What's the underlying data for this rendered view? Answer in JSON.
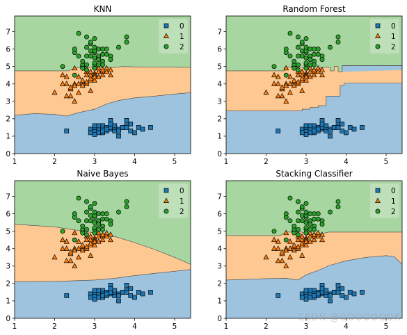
{
  "colors": {
    "class0_region": "#9ec3de",
    "class1_region": "#fdc891",
    "class2_region": "#a8d6a0",
    "class0_marker": "#1f77b4",
    "class1_marker": "#ff7f0e",
    "class2_marker": "#2ca02c"
  },
  "watermark": "CSDN @OOOOOOOK",
  "chart_data": [
    {
      "type": "scatter",
      "title": "KNN",
      "xlim": [
        1,
        5.4
      ],
      "ylim": [
        0,
        7.9
      ],
      "xticks": [
        1,
        2,
        3,
        4,
        5
      ],
      "yticks": [
        0,
        1,
        2,
        3,
        4,
        5,
        6,
        7
      ],
      "legend": [
        "0",
        "1",
        "2"
      ],
      "legend_position": "top-right",
      "boundary_01": [
        [
          1,
          2.2
        ],
        [
          1.5,
          2.3
        ],
        [
          2,
          2.25
        ],
        [
          2.3,
          2.15
        ],
        [
          2.6,
          2.35
        ],
        [
          3,
          2.55
        ],
        [
          3.3,
          2.85
        ],
        [
          3.6,
          3.05
        ],
        [
          4,
          3.2
        ],
        [
          4.5,
          3.3
        ],
        [
          5,
          3.42
        ],
        [
          5.4,
          3.5
        ]
      ],
      "boundary_12": [
        [
          1,
          4.75
        ],
        [
          2,
          4.75
        ],
        [
          2.35,
          4.75
        ],
        [
          2.5,
          4.9
        ],
        [
          2.7,
          4.95
        ],
        [
          3,
          4.95
        ],
        [
          3.5,
          4.95
        ],
        [
          3.7,
          5.0
        ],
        [
          4,
          4.98
        ],
        [
          5.4,
          4.95
        ]
      ]
    },
    {
      "type": "scatter",
      "title": "Random Forest",
      "xlim": [
        1,
        5.4
      ],
      "ylim": [
        0,
        7.9
      ],
      "xticks": [
        1,
        2,
        3,
        4,
        5
      ],
      "yticks": [
        0,
        1,
        2,
        3,
        4,
        5,
        6,
        7
      ],
      "legend": [
        "0",
        "1",
        "2"
      ],
      "legend_position": "top-right",
      "boundary_01": [
        [
          1,
          2.45
        ],
        [
          2.9,
          2.45
        ],
        [
          2.9,
          2.55
        ],
        [
          3.1,
          2.55
        ],
        [
          3.1,
          2.65
        ],
        [
          3.3,
          2.65
        ],
        [
          3.3,
          2.75
        ],
        [
          3.5,
          2.75
        ],
        [
          3.5,
          3.3
        ],
        [
          3.85,
          3.3
        ],
        [
          3.85,
          3.9
        ],
        [
          3.95,
          3.9
        ],
        [
          3.95,
          4.05
        ],
        [
          5.4,
          4.05
        ]
      ],
      "boundary_12": [
        [
          1,
          4.75
        ],
        [
          2.45,
          4.75
        ],
        [
          2.45,
          4.95
        ],
        [
          3.0,
          4.95
        ],
        [
          3.0,
          4.85
        ],
        [
          3.35,
          4.85
        ],
        [
          3.35,
          4.95
        ],
        [
          3.6,
          4.95
        ],
        [
          3.6,
          4.75
        ],
        [
          3.7,
          4.75
        ],
        [
          3.7,
          5.0
        ],
        [
          3.8,
          5.0
        ],
        [
          3.8,
          4.7
        ],
        [
          3.9,
          4.7
        ],
        [
          3.9,
          5.05
        ],
        [
          5.4,
          5.05
        ]
      ],
      "blue_island": [
        [
          3.9,
          4.7
        ],
        [
          3.9,
          5.05
        ],
        [
          5.4,
          5.05
        ],
        [
          5.4,
          4.8
        ]
      ]
    },
    {
      "type": "scatter",
      "title": "Naive Bayes",
      "xlim": [
        1,
        5.4
      ],
      "ylim": [
        0,
        7.9
      ],
      "xticks": [
        1,
        2,
        3,
        4,
        5
      ],
      "yticks": [
        0,
        1,
        2,
        3,
        4,
        5,
        6,
        7
      ],
      "legend": [
        "0",
        "1",
        "2"
      ],
      "legend_position": "top-right",
      "boundary_01": [
        [
          1,
          2.1
        ],
        [
          2,
          2.12
        ],
        [
          3,
          2.2
        ],
        [
          3.5,
          2.3
        ],
        [
          4,
          2.45
        ],
        [
          4.5,
          2.58
        ],
        [
          5,
          2.7
        ],
        [
          5.4,
          2.8
        ]
      ],
      "boundary_12": [
        [
          1,
          5.4
        ],
        [
          2,
          5.25
        ],
        [
          3,
          4.9
        ],
        [
          3.5,
          4.7
        ],
        [
          4,
          4.35
        ],
        [
          4.5,
          3.95
        ],
        [
          5,
          3.5
        ],
        [
          5.4,
          3.1
        ]
      ]
    },
    {
      "type": "scatter",
      "title": "Stacking Classifier",
      "xlim": [
        1,
        5.4
      ],
      "ylim": [
        0,
        7.9
      ],
      "xticks": [
        1,
        2,
        3,
        4,
        5
      ],
      "yticks": [
        0,
        1,
        2,
        3,
        4,
        5,
        6,
        7
      ],
      "legend": [
        "0",
        "1",
        "2"
      ],
      "legend_position": "top-right",
      "boundary_01": [
        [
          1,
          2.2
        ],
        [
          2,
          2.28
        ],
        [
          2.5,
          2.3
        ],
        [
          2.8,
          2.2
        ],
        [
          3,
          2.5
        ],
        [
          3.3,
          2.75
        ],
        [
          3.6,
          3.05
        ],
        [
          4,
          3.3
        ],
        [
          4.5,
          3.5
        ],
        [
          5,
          3.6
        ],
        [
          5.2,
          3.55
        ],
        [
          5.4,
          3.1
        ]
      ],
      "boundary_12": [
        [
          1,
          4.75
        ],
        [
          2.35,
          4.75
        ],
        [
          2.5,
          4.95
        ],
        [
          2.9,
          4.95
        ],
        [
          3,
          4.85
        ],
        [
          3.4,
          4.85
        ],
        [
          3.55,
          4.95
        ],
        [
          5.4,
          4.95
        ]
      ]
    }
  ],
  "points": {
    "class0": [
      [
        2.3,
        1.3
      ],
      [
        2.9,
        1.4
      ],
      [
        3.0,
        1.4
      ],
      [
        3.0,
        1.3
      ],
      [
        3.1,
        1.5
      ],
      [
        3.1,
        1.4
      ],
      [
        3.2,
        1.6
      ],
      [
        3.2,
        1.4
      ],
      [
        3.0,
        1.5
      ],
      [
        3.3,
        1.5
      ],
      [
        3.4,
        1.6
      ],
      [
        3.4,
        1.4
      ],
      [
        3.4,
        1.5
      ],
      [
        3.5,
        1.4
      ],
      [
        3.5,
        1.3
      ],
      [
        3.5,
        1.5
      ],
      [
        3.6,
        1.4
      ],
      [
        3.1,
        1.2
      ],
      [
        3.0,
        1.1
      ],
      [
        2.9,
        1.2
      ],
      [
        3.2,
        1.2
      ],
      [
        3.4,
        1.9
      ],
      [
        3.3,
        1.3
      ],
      [
        3.5,
        1.6
      ],
      [
        3.2,
        1.3
      ],
      [
        3.1,
        1.6
      ],
      [
        3.4,
        1.7
      ],
      [
        3.7,
        1.5
      ],
      [
        3.8,
        1.6
      ],
      [
        3.6,
        1.0
      ],
      [
        3.9,
        1.7
      ],
      [
        3.8,
        1.9
      ],
      [
        3.7,
        1.5
      ],
      [
        4.0,
        1.2
      ],
      [
        4.1,
        1.5
      ],
      [
        4.2,
        1.4
      ],
      [
        4.4,
        1.5
      ],
      [
        3.8,
        1.5
      ],
      [
        3.9,
        1.3
      ],
      [
        3.0,
        1.6
      ],
      [
        3.3,
        1.4
      ],
      [
        3.6,
        1.3
      ]
    ],
    "class1": [
      [
        2.0,
        3.5
      ],
      [
        2.2,
        4.0
      ],
      [
        2.2,
        4.5
      ],
      [
        2.3,
        4.0
      ],
      [
        2.3,
        4.4
      ],
      [
        2.3,
        3.3
      ],
      [
        2.4,
        3.7
      ],
      [
        2.4,
        3.8
      ],
      [
        2.4,
        3.3
      ],
      [
        2.5,
        4.0
      ],
      [
        2.5,
        3.9
      ],
      [
        2.5,
        3.0
      ],
      [
        2.5,
        4.9
      ],
      [
        2.6,
        4.4
      ],
      [
        2.6,
        3.5
      ],
      [
        2.6,
        4.0
      ],
      [
        2.7,
        4.1
      ],
      [
        2.7,
        3.9
      ],
      [
        2.7,
        4.2
      ],
      [
        2.7,
        5.1
      ],
      [
        2.8,
        4.0
      ],
      [
        2.8,
        4.7
      ],
      [
        2.8,
        4.5
      ],
      [
        2.8,
        4.1
      ],
      [
        2.9,
        4.2
      ],
      [
        2.9,
        4.3
      ],
      [
        2.9,
        4.5
      ],
      [
        2.9,
        3.6
      ],
      [
        2.9,
        4.7
      ],
      [
        3.0,
        4.2
      ],
      [
        3.0,
        4.6
      ],
      [
        3.0,
        4.5
      ],
      [
        3.0,
        5.0
      ],
      [
        3.1,
        4.7
      ],
      [
        3.1,
        4.4
      ],
      [
        3.2,
        4.7
      ],
      [
        3.2,
        4.8
      ],
      [
        3.2,
        4.5
      ],
      [
        3.3,
        4.7
      ],
      [
        3.4,
        4.5
      ],
      [
        3.3,
        4.9
      ],
      [
        3.0,
        4.4
      ],
      [
        3.1,
        4.9
      ],
      [
        3.4,
        4.8
      ]
    ],
    "class2": [
      [
        2.2,
        5.0
      ],
      [
        2.5,
        4.5
      ],
      [
        2.5,
        5.8
      ],
      [
        2.5,
        6.0
      ],
      [
        2.6,
        5.6
      ],
      [
        2.6,
        6.9
      ],
      [
        2.7,
        5.1
      ],
      [
        2.7,
        4.9
      ],
      [
        2.7,
        5.3
      ],
      [
        2.8,
        5.1
      ],
      [
        2.8,
        5.6
      ],
      [
        2.8,
        6.1
      ],
      [
        2.8,
        6.7
      ],
      [
        2.8,
        4.8
      ],
      [
        2.9,
        5.6
      ],
      [
        2.9,
        6.3
      ],
      [
        2.9,
        5.9
      ],
      [
        3.0,
        5.8
      ],
      [
        3.0,
        5.1
      ],
      [
        3.0,
        5.5
      ],
      [
        3.0,
        6.6
      ],
      [
        3.0,
        5.2
      ],
      [
        3.0,
        5.9
      ],
      [
        3.0,
        6.1
      ],
      [
        3.0,
        4.9
      ],
      [
        3.1,
        5.5
      ],
      [
        3.1,
        5.6
      ],
      [
        3.1,
        5.4
      ],
      [
        3.2,
        5.7
      ],
      [
        3.2,
        6.0
      ],
      [
        3.2,
        5.3
      ],
      [
        3.2,
        5.1
      ],
      [
        3.3,
        6.0
      ],
      [
        3.3,
        5.7
      ],
      [
        3.4,
        5.6
      ],
      [
        3.4,
        5.4
      ],
      [
        3.6,
        6.1
      ],
      [
        3.8,
        6.4
      ],
      [
        3.8,
        6.7
      ],
      [
        3.1,
        5.1
      ],
      [
        2.9,
        6.4
      ],
      [
        3.1,
        6.0
      ]
    ]
  }
}
